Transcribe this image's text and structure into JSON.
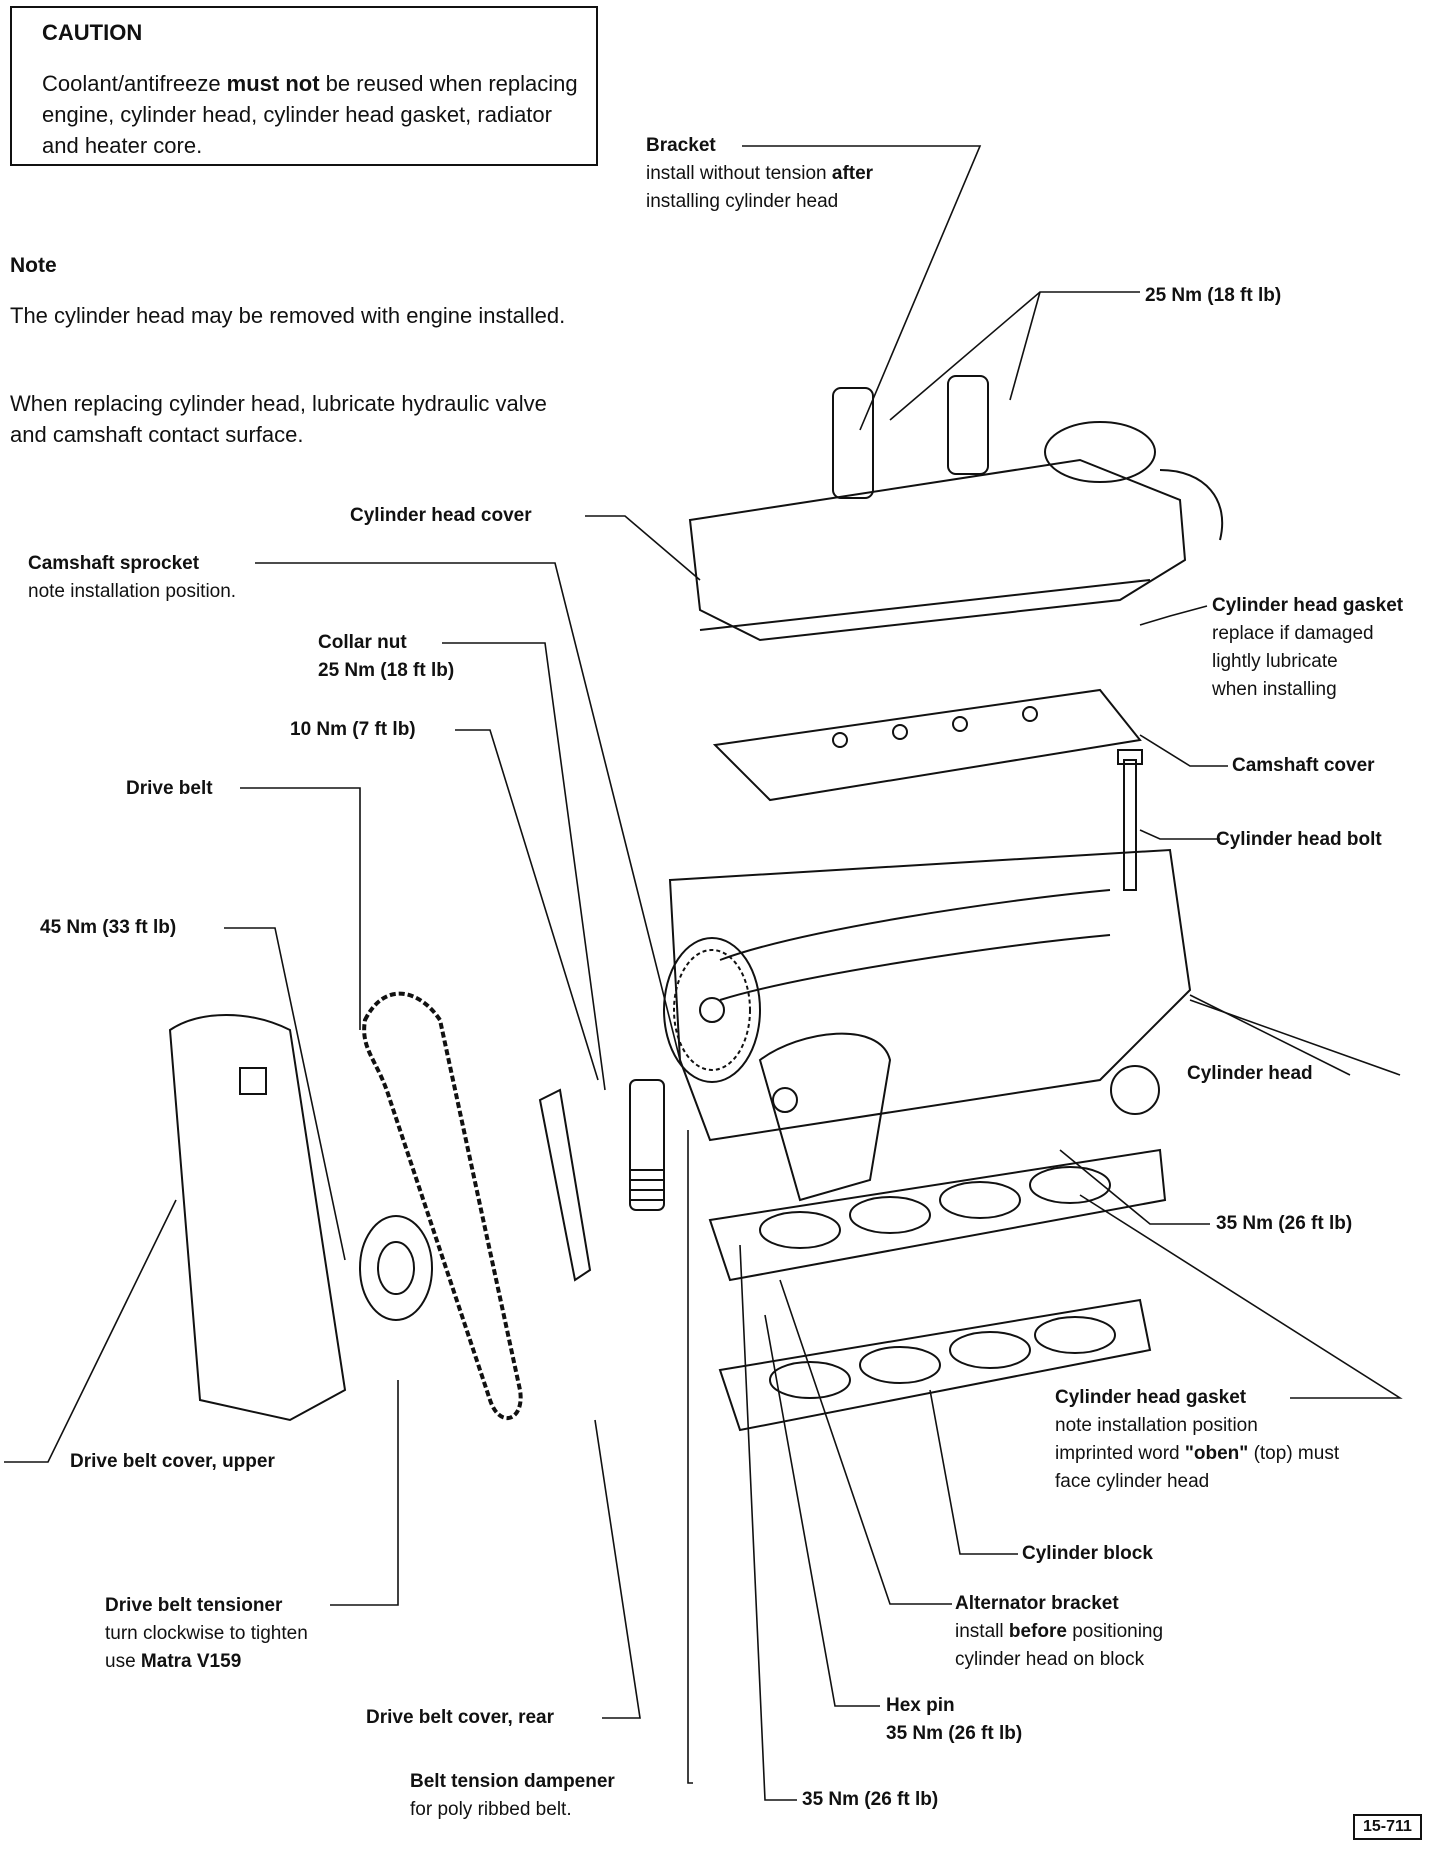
{
  "caution": {
    "title": "CAUTION",
    "text_before": "Coolant/antifreeze ",
    "text_bold": "must not",
    "text_after": " be reused when replacing engine, cylinder head, cylinder head gasket, radiator and heater core."
  },
  "note": {
    "title": "Note",
    "p1": "The cylinder head may be removed with engine installed.",
    "p2": "When replacing cylinder head, lubricate hydraulic valve and camshaft contact surface."
  },
  "labels": {
    "bracket": {
      "title": "Bracket",
      "line1_a": "install without tension ",
      "line1_b": "after",
      "line2": "installing cylinder head"
    },
    "torque_25_top": "25 Nm (18 ft lb)",
    "cylinder_head_cover": "Cylinder head cover",
    "camshaft_sprocket": {
      "title": "Camshaft sprocket",
      "line1": "note installation position."
    },
    "collar_nut": {
      "title": "Collar nut",
      "line1": "25 Nm (18 ft lb)"
    },
    "torque_10": "10 Nm (7 ft lb)",
    "drive_belt": "Drive belt",
    "torque_45": "45 Nm (33 ft lb)",
    "cylinder_head_gasket_top": {
      "title": "Cylinder head gasket",
      "line1": "replace if damaged",
      "line2": "lightly lubricate",
      "line3": "when installing"
    },
    "camshaft_cover": "Camshaft cover",
    "cylinder_head_bolt": "Cylinder head bolt",
    "cylinder_head": "Cylinder head",
    "torque_35_right": "35 Nm (26 ft lb)",
    "cylinder_head_gasket_bottom": {
      "title": "Cylinder head gasket",
      "line1": "note installation position",
      "line2_a": "imprinted word ",
      "line2_b": "\"oben\"",
      "line2_c": " (top) must",
      "line3": "face cylinder head"
    },
    "drive_belt_cover_upper": "Drive belt cover, upper",
    "cylinder_block": "Cylinder block",
    "drive_belt_tensioner": {
      "title": "Drive belt tensioner",
      "line1": "turn clockwise to tighten",
      "line2_a": "use ",
      "line2_b": "Matra V159"
    },
    "alternator_bracket": {
      "title": "Alternator bracket",
      "line1_a": "install ",
      "line1_b": "before",
      "line1_c": " positioning",
      "line2": "cylinder head on block"
    },
    "drive_belt_cover_rear": "Drive belt cover, rear",
    "hex_pin": {
      "title": "Hex pin",
      "line1": "35 Nm (26 ft lb)"
    },
    "belt_tension_dampener": {
      "title": "Belt tension dampener",
      "line1": "for poly ribbed belt."
    },
    "torque_35_bottom": "35 Nm (26 ft lb)"
  },
  "page_number": "15-711"
}
